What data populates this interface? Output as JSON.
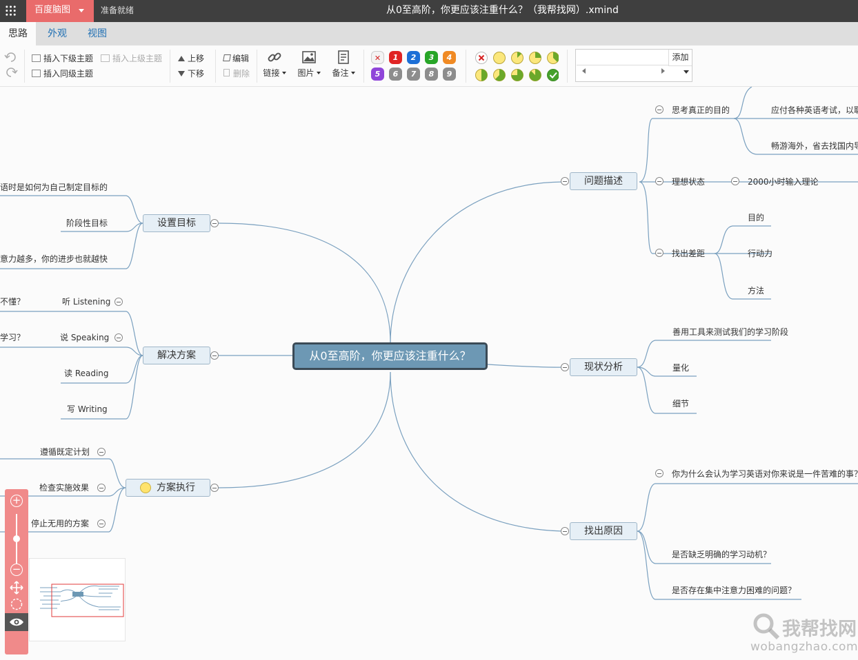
{
  "titlebar": {
    "brand": "百度脑图",
    "status": "准备就绪",
    "doc_title": "从0至高阶，你更应该注重什么？（我帮找网）.xmind"
  },
  "tabs": [
    "思路",
    "外观",
    "视图"
  ],
  "toolbar": {
    "insert_child": "插入下级主题",
    "insert_parent": "插入上级主题",
    "insert_sibling": "插入同级主题",
    "move_up": "上移",
    "move_down": "下移",
    "edit": "编辑",
    "delete": "删除",
    "link": "链接",
    "image": "图片",
    "note": "备注",
    "priorities": [
      "1",
      "2",
      "3",
      "4",
      "5",
      "6",
      "7",
      "8",
      "9"
    ],
    "priority_colors": [
      "#e02424",
      "#1d6fd6",
      "#27a527",
      "#f08a24",
      "#8f45d9",
      "#8d8d8d",
      "#8d8d8d",
      "#8d8d8d",
      "#8d8d8d"
    ],
    "search_placeholder": "",
    "add_button": "添加"
  },
  "mindmap": {
    "root": "从0至高阶，你更应该注重什么？",
    "right": {
      "wentimiaoshu": {
        "label": "问题描述",
        "children": {
          "mudi": "思考真正的目的",
          "mudi_sub1": "应付各种英语考试，以取",
          "mudi_sub2": "畅游海外，省去找国内导",
          "lixiang": "理想状态",
          "lixiang_sub": "2000小时输入理论",
          "chaju": "找出差距",
          "chaju_sub1": "目的",
          "chaju_sub2": "行动力",
          "chaju_sub3": "方法"
        }
      },
      "xianzhuang": {
        "label": "现状分析",
        "children": [
          "善用工具来测试我们的学习阶段",
          "量化",
          "细节"
        ]
      },
      "yuanyin": {
        "label": "找出原因",
        "children": [
          "你为什么会认为学习英语对你来说是一件苦难的事？",
          "是否缺乏明确的学习动机？",
          "是否存在集中注意力困难的问题？"
        ]
      }
    },
    "left": {
      "mubiao": {
        "label": "设置目标",
        "children": [
          "语时是如何为自己制定目标的",
          "阶段性目标",
          "意力越多，你的进步也就越快"
        ]
      },
      "fangan": {
        "label": "解决方案",
        "children": [
          "听 Listening",
          "说 Speaking",
          "读 Reading",
          "写 Writing"
        ],
        "cut": [
          "不懂？",
          "学习？"
        ]
      },
      "zhixing": {
        "label": "方案执行",
        "children": [
          "遵循既定计划",
          "检查实施效果",
          "停止无用的方案"
        ]
      }
    }
  },
  "watermark": {
    "text": "我帮找网",
    "url": "wobangzhao.com"
  }
}
